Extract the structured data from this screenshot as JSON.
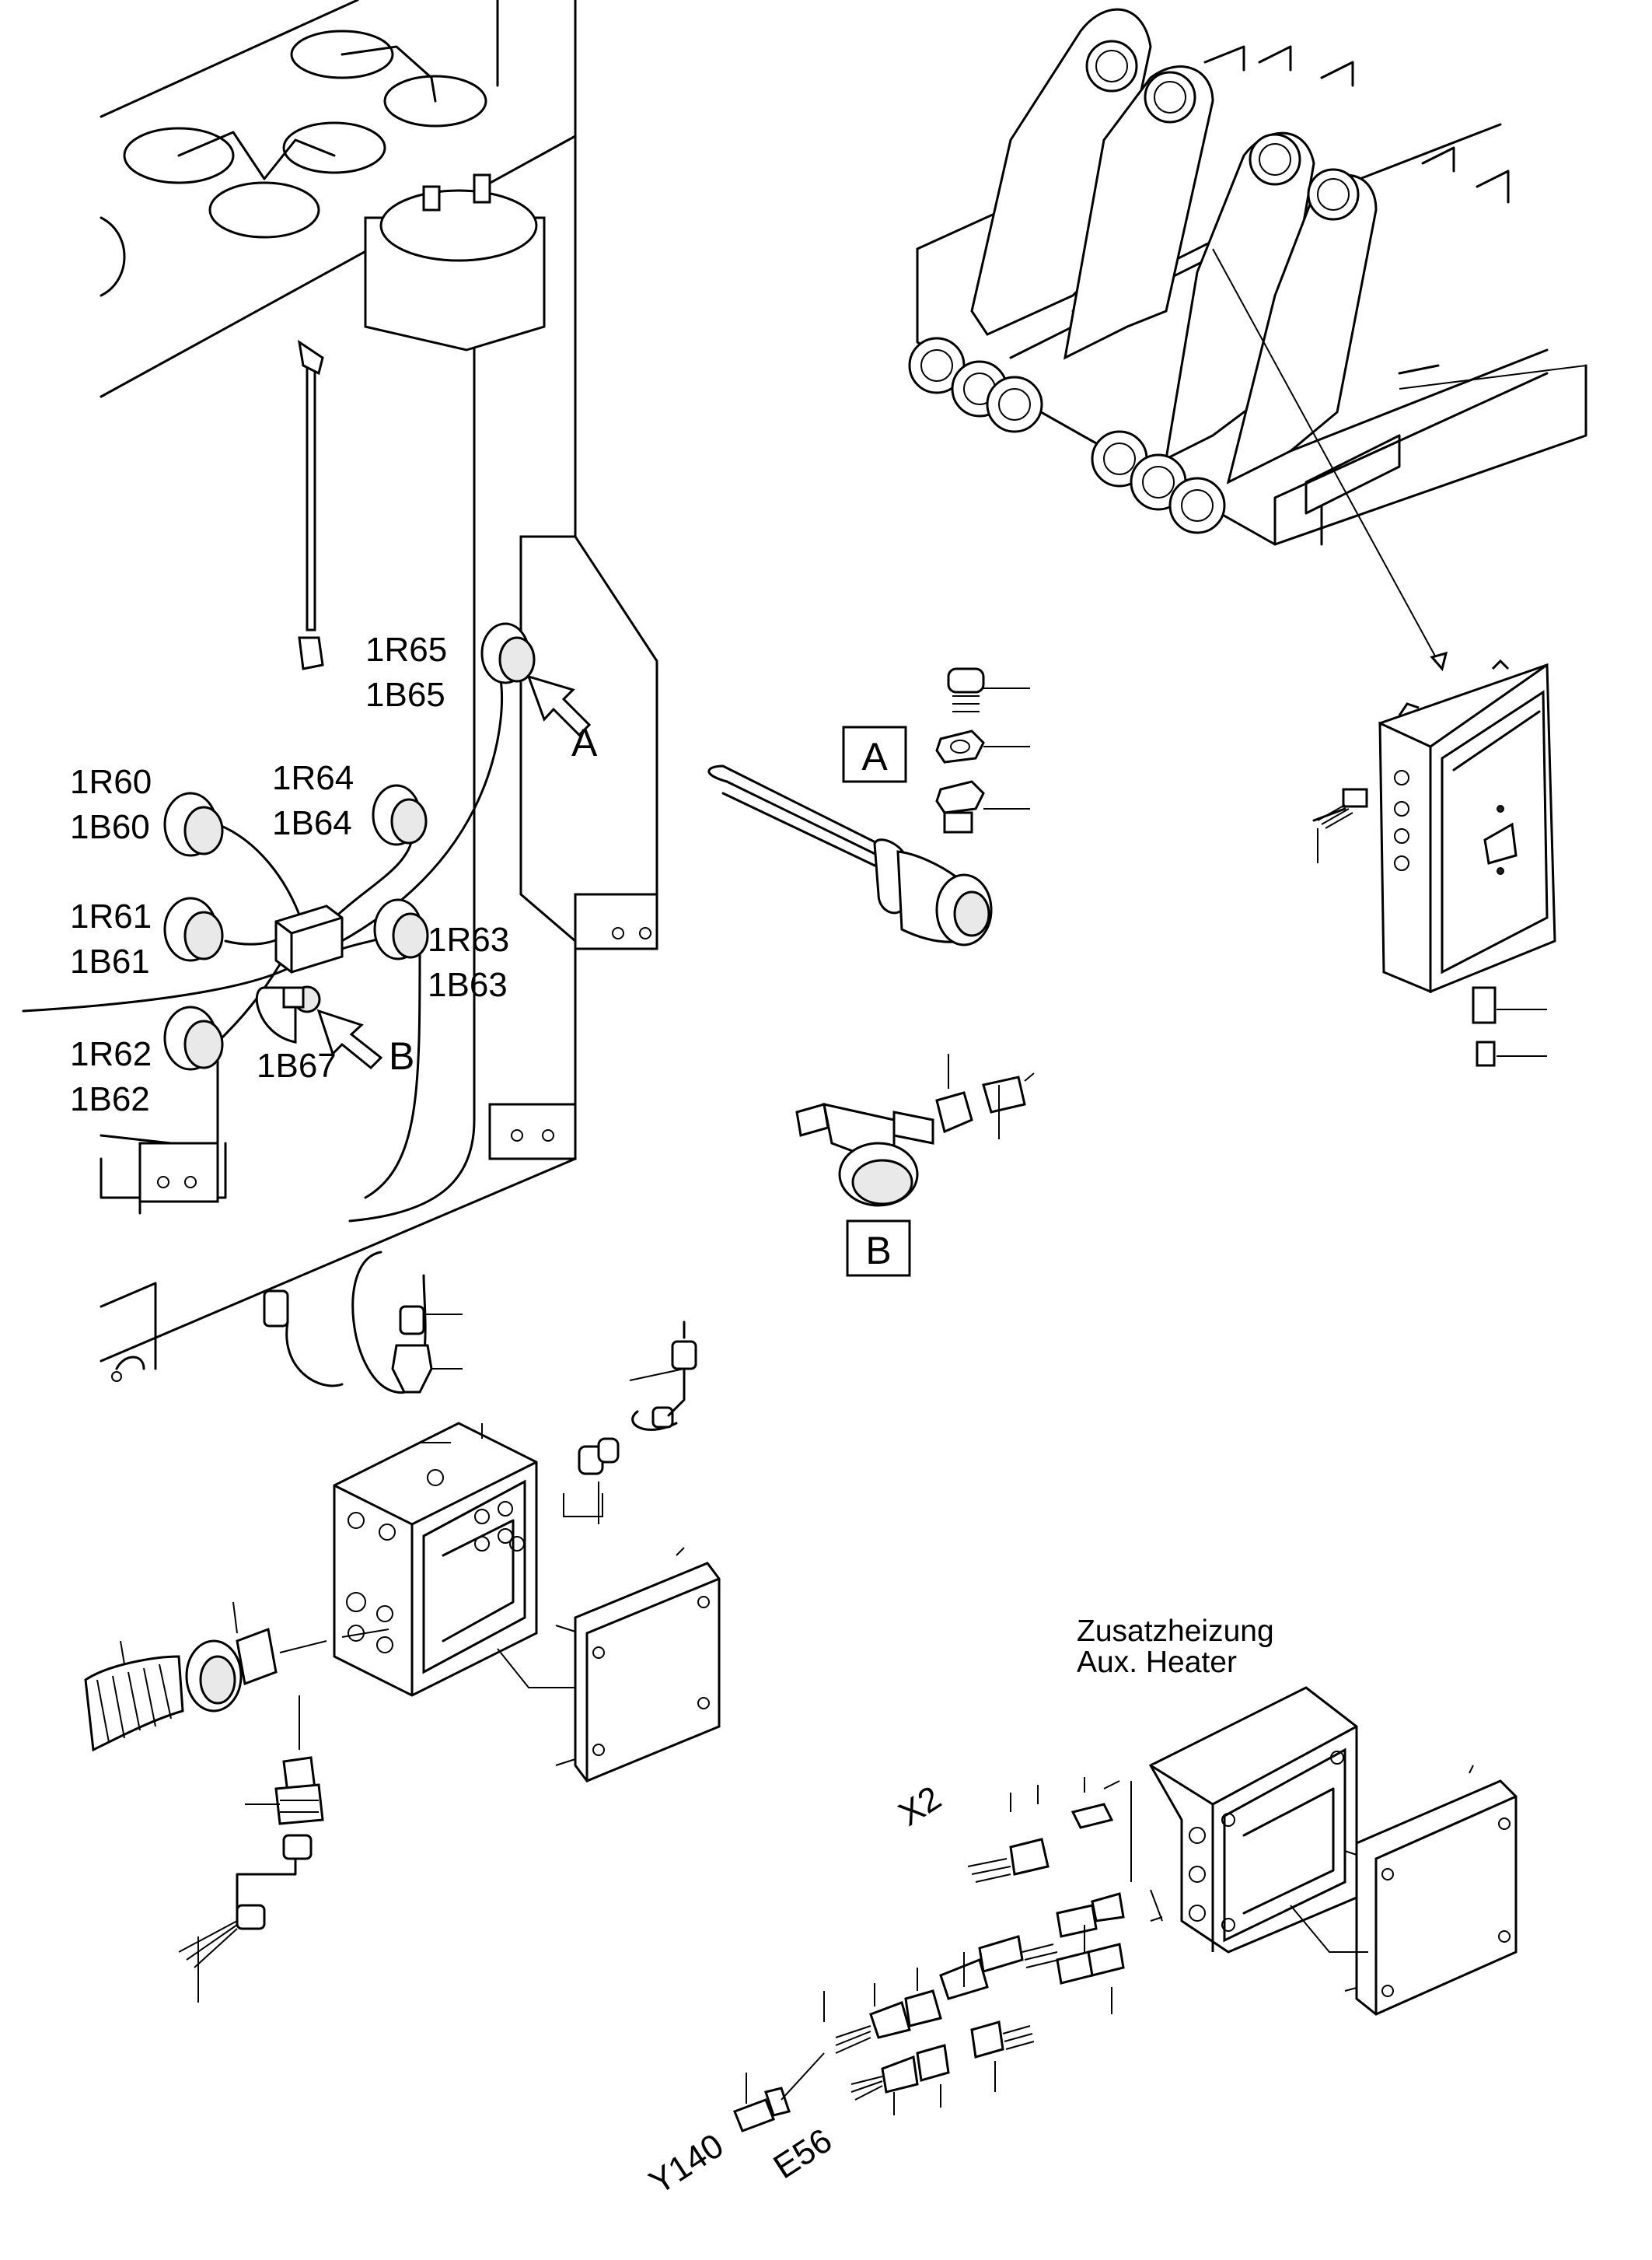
{
  "labels": {
    "r65": "1R65",
    "b65": "1B65",
    "r60": "1R60",
    "b60": "1B60",
    "r64": "1R64",
    "b64": "1B64",
    "r61": "1R61",
    "b61": "1B61",
    "r63": "1R63",
    "b63": "1B63",
    "r62": "1R62",
    "b62": "1B62",
    "b67": "1B67",
    "arrow_a": "A",
    "arrow_b": "B",
    "detail_a": "A",
    "detail_b": "B",
    "aux_de": "Zusatzheizung",
    "aux_en": "Aux. Heater",
    "x2": "X2",
    "y140": "Y140",
    "e56": "E56"
  },
  "icons": {
    "sensor": "round-sensor-cap-icon",
    "junction_box": "junction-box-icon",
    "cable_gland": "cable-gland-icon",
    "heater_element": "immersion-heater-icon",
    "angle_fitting": "angle-fitting-icon",
    "control_box": "control-box-icon"
  },
  "colors": {
    "line": "#000000",
    "background": "#ffffff"
  }
}
